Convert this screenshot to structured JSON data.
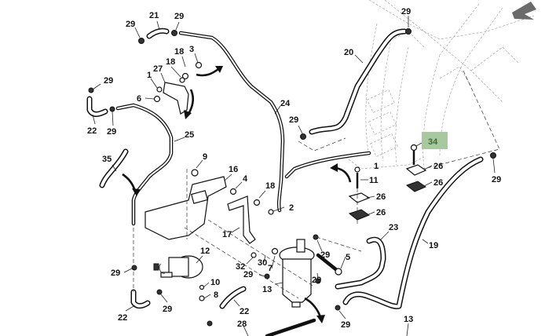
{
  "diagram": {
    "subject": "Fuel system exploded parts view",
    "highlight_color": "#a8c9a0",
    "highlighted_callout": "34",
    "view_arrow_color": "#6b6b6b",
    "callouts": [
      {
        "id": "c21a",
        "label": "21"
      },
      {
        "id": "c29a",
        "label": "29"
      },
      {
        "id": "c29b",
        "label": "29"
      },
      {
        "id": "c3",
        "label": "3"
      },
      {
        "id": "c18a",
        "label": "18"
      },
      {
        "id": "c18b",
        "label": "18"
      },
      {
        "id": "c27",
        "label": "27"
      },
      {
        "id": "c1a",
        "label": "1"
      },
      {
        "id": "c6",
        "label": "6"
      },
      {
        "id": "c29c",
        "label": "29"
      },
      {
        "id": "c22a",
        "label": "22"
      },
      {
        "id": "c29d",
        "label": "29"
      },
      {
        "id": "c25",
        "label": "25"
      },
      {
        "id": "c24",
        "label": "24"
      },
      {
        "id": "c20",
        "label": "20"
      },
      {
        "id": "c29e",
        "label": "29"
      },
      {
        "id": "c29f",
        "label": "29"
      },
      {
        "id": "c34",
        "label": "34"
      },
      {
        "id": "c26a",
        "label": "26"
      },
      {
        "id": "c26b",
        "label": "26"
      },
      {
        "id": "c29g",
        "label": "29"
      },
      {
        "id": "c1b",
        "label": "1"
      },
      {
        "id": "c11",
        "label": "11"
      },
      {
        "id": "c26c",
        "label": "26"
      },
      {
        "id": "c26d",
        "label": "26"
      },
      {
        "id": "c35",
        "label": "35"
      },
      {
        "id": "c9",
        "label": "9"
      },
      {
        "id": "c16",
        "label": "16"
      },
      {
        "id": "c4",
        "label": "4"
      },
      {
        "id": "c18c",
        "label": "18"
      },
      {
        "id": "c2",
        "label": "2"
      },
      {
        "id": "c17",
        "label": "17"
      },
      {
        "id": "c23",
        "label": "23"
      },
      {
        "id": "c19",
        "label": "19"
      },
      {
        "id": "c29h",
        "label": "29"
      },
      {
        "id": "c5",
        "label": "5"
      },
      {
        "id": "c12",
        "label": "12"
      },
      {
        "id": "c32",
        "label": "32"
      },
      {
        "id": "c30",
        "label": "30"
      },
      {
        "id": "c7",
        "label": "7"
      },
      {
        "id": "c29i",
        "label": "29"
      },
      {
        "id": "c29j",
        "label": "29"
      },
      {
        "id": "c13a",
        "label": "13"
      },
      {
        "id": "c29k",
        "label": "29"
      },
      {
        "id": "c10",
        "label": "10"
      },
      {
        "id": "c8",
        "label": "8"
      },
      {
        "id": "c29l",
        "label": "29"
      },
      {
        "id": "c22b",
        "label": "22"
      },
      {
        "id": "c22c",
        "label": "22"
      },
      {
        "id": "c28",
        "label": "28"
      },
      {
        "id": "c29m",
        "label": "29"
      },
      {
        "id": "c13b",
        "label": "13"
      }
    ]
  }
}
